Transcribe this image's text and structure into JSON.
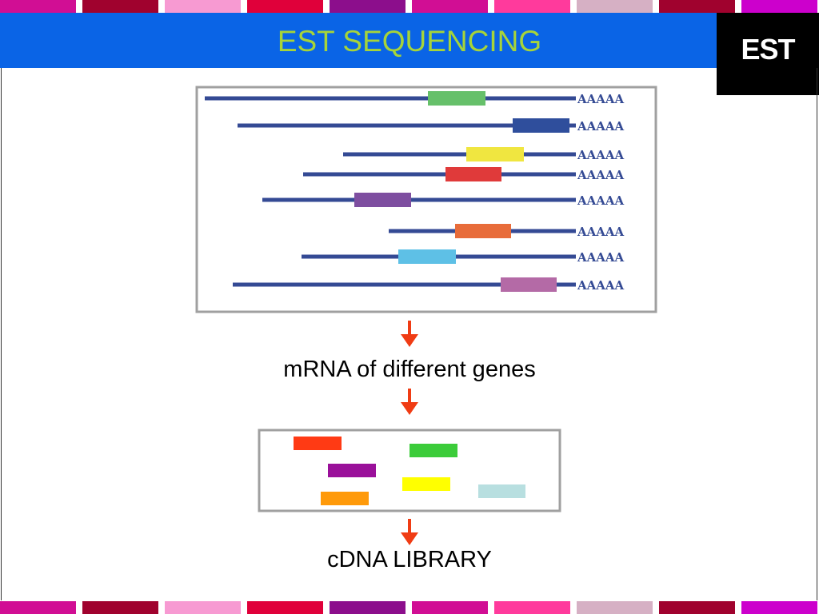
{
  "slide": {
    "title": "EST SEQUENCING",
    "corner_label": "EST",
    "stripe_colors": [
      "#d10e94",
      "#a0022e",
      "#f79ad2",
      "#e0003a",
      "#8c0e8c",
      "#d10e94",
      "#ff3a9c",
      "#d6b0c4",
      "#a0022e",
      "#cc00cc"
    ],
    "title_band_color": "#0a64e6",
    "title_color": "#a6d43a"
  },
  "diagram": {
    "polya_label": "AAAAA",
    "mrna_strands": [
      {
        "block_color": "#66c06a"
      },
      {
        "block_color": "#2f4e9c"
      },
      {
        "block_color": "#f0e640"
      },
      {
        "block_color": "#e03a3a"
      },
      {
        "block_color": "#7e4ea0"
      },
      {
        "block_color": "#e86c3a"
      },
      {
        "block_color": "#5ec0e6"
      },
      {
        "block_color": "#b46aa6"
      }
    ],
    "cdna_fragments": [
      {
        "color": "#ff3a14"
      },
      {
        "color": "#3ccc3a"
      },
      {
        "color": "#9a109a"
      },
      {
        "color": "#ffff00"
      },
      {
        "color": "#b8dfe0"
      },
      {
        "color": "#ff9a0a"
      }
    ],
    "arrow_color": "#f03c14",
    "strand_color": "#344a94"
  },
  "captions": {
    "mrna": "mRNA of different genes",
    "cdna": "cDNA LIBRARY"
  }
}
